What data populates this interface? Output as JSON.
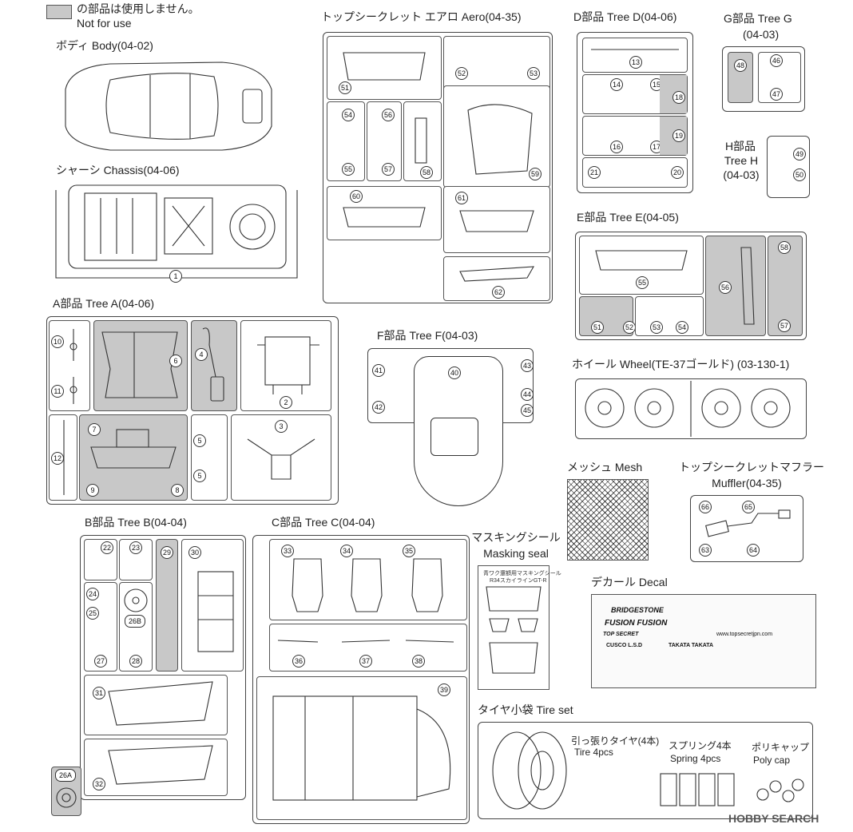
{
  "legend": {
    "jp": "の部品は使用しません。",
    "en": "Not for use",
    "swatch_color": "#c8c8c8"
  },
  "sections": {
    "body": "ボディ Body(04-02)",
    "chassis": "シャーシ Chassis(04-06)",
    "aero": "トップシークレット エアロ Aero(04-35)",
    "tree_d": "D部品 Tree D(04-06)",
    "tree_g": "G部品 Tree G",
    "tree_g_code": "(04-03)",
    "tree_h_1": "H部品",
    "tree_h_2": "Tree H",
    "tree_h_3": "(04-03)",
    "tree_e": "E部品 Tree E(04-05)",
    "tree_a": "A部品 Tree A(04-06)",
    "tree_f": "F部品 Tree F(04-03)",
    "wheel": "ホイール Wheel(TE-37ゴールド) (03-130-1)",
    "mesh": "メッシュ Mesh",
    "muffler_1": "トップシークレットマフラー",
    "muffler_2": "Muffler(04-35)",
    "tree_b": "B部品 Tree B(04-04)",
    "tree_c": "C部品 Tree C(04-04)",
    "masking_1": "マスキングシール",
    "masking_2": "Masking seal",
    "decal": "デカール Decal",
    "tire_set": "タイヤ小袋 Tire set"
  },
  "tire_set": {
    "tire_jp": "引っ張りタイヤ(4本)",
    "tire_en": "Tire 4pcs",
    "spring_jp": "スプリング4本",
    "spring_en": "Spring 4pcs",
    "poly_jp": "ポリキャップ",
    "poly_en": "Poly cap"
  },
  "masking_sheet": {
    "title_1": "青ワク還額用マスキングシール",
    "title_2": "R34スカイラインGT-R"
  },
  "decal_text": {
    "bridgestone": "BRIDGESTONE",
    "fusion": "FUSION FUSION",
    "top_secret": "TOP SECRET",
    "cusco": "CUSCO L.S.D",
    "takata": "TAKATA TAKATA",
    "url": "www.topsecretjpn.com"
  },
  "part_numbers": {
    "n1": "1",
    "n2": "2",
    "n3": "3",
    "n4": "4",
    "n5a": "5",
    "n5b": "5",
    "n6": "6",
    "n7": "7",
    "n8": "8",
    "n9": "9",
    "n10": "10",
    "n11": "11",
    "n12": "12",
    "n13": "13",
    "n14": "14",
    "n15": "15",
    "n16": "16",
    "n17": "17",
    "n18": "18",
    "n19": "19",
    "n20": "20",
    "n21": "21",
    "n22": "22",
    "n23": "23",
    "n24": "24",
    "n25": "25",
    "n26a": "26A",
    "n26b": "26B",
    "n27": "27",
    "n28": "28",
    "n29": "29",
    "n30": "30",
    "n31": "31",
    "n32": "32",
    "n33": "33",
    "n34": "34",
    "n35": "35",
    "n36": "36",
    "n37": "37",
    "n38": "38",
    "n39": "39",
    "n40": "40",
    "n41": "41",
    "n42": "42",
    "n43": "43",
    "n44": "44",
    "n45": "45",
    "n46": "46",
    "n47": "47",
    "n48": "48",
    "n49": "49",
    "n50": "50",
    "n51a": "51",
    "n51b": "51",
    "n52a": "52",
    "n52b": "52",
    "n53a": "53",
    "n53b": "53",
    "n54a": "54",
    "n54b": "54",
    "n55a": "55",
    "n55b": "55",
    "n56a": "56",
    "n56b": "56",
    "n57a": "57",
    "n57b": "57",
    "n58a": "58",
    "n58b": "58",
    "n59": "59",
    "n60": "60",
    "n61": "61",
    "n62": "62",
    "n63": "63",
    "n64": "64",
    "n65": "65",
    "n66": "66"
  },
  "watermark": "HOBBY SEARCH"
}
